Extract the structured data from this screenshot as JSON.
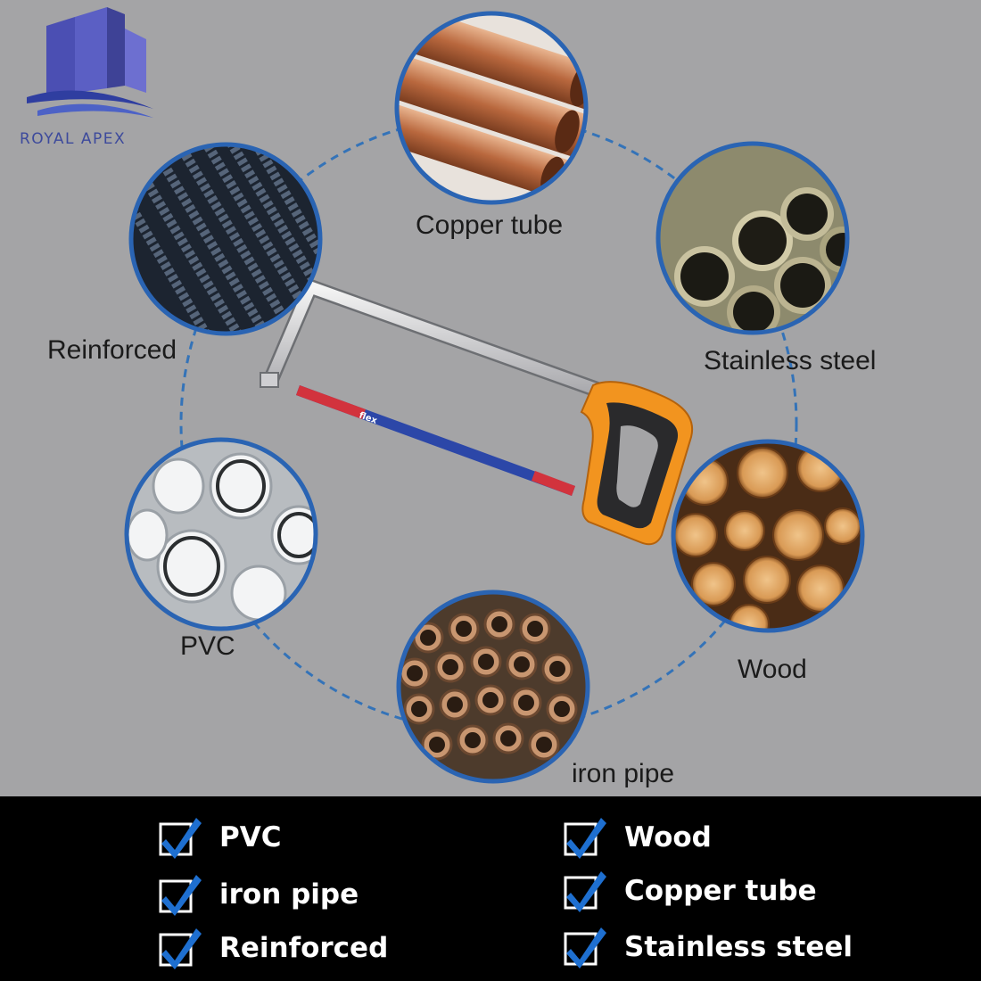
{
  "brand": {
    "name": "ROYAL APEX",
    "logo_icon": "building-wave-logo"
  },
  "colors": {
    "background": "#a4a4a6",
    "circle_border": "#2a64b3",
    "dashed_ring": "#3473b8",
    "saw_handle": "#f2941f",
    "blade_red": "#d2333d",
    "blade_blue": "#2c47a8",
    "bottom_bar": "#000000",
    "checkmark": "#1e6fd0"
  },
  "product": {
    "name": "hacksaw",
    "blade_brand": "flex"
  },
  "materials": {
    "copper": {
      "label": "Copper tube"
    },
    "stainless": {
      "label": "Stainless steel"
    },
    "reinforced": {
      "label": "Reinforced"
    },
    "pvc": {
      "label": "PVC"
    },
    "wood": {
      "label": "Wood"
    },
    "iron": {
      "label": "iron pipe"
    }
  },
  "checklist": {
    "left": [
      "PVC",
      "iron pipe",
      "Reinforced"
    ],
    "right": [
      "Wood",
      "Copper tube",
      "Stainless steel"
    ]
  }
}
